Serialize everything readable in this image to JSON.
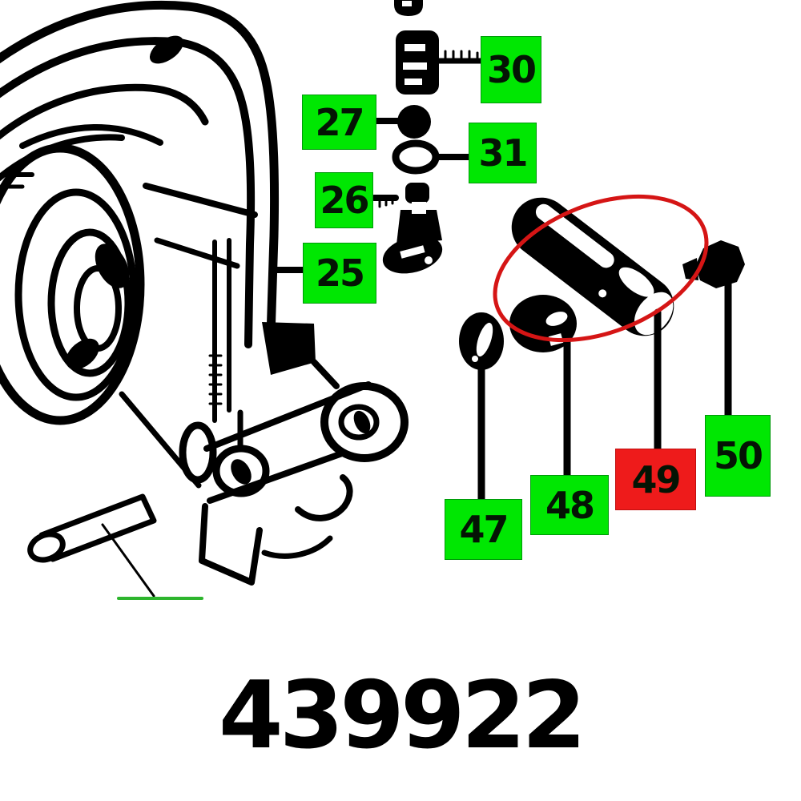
{
  "part_number": "439922",
  "diagram": {
    "description": "Exploded spare-parts line drawing of a power-tool arm assembly with numbered callouts; part 49 is highlighted with a red ellipse",
    "highlighted_part": "49"
  },
  "callouts": [
    {
      "label": "25",
      "color": "green"
    },
    {
      "label": "26",
      "color": "green"
    },
    {
      "label": "27",
      "color": "green"
    },
    {
      "label": "30",
      "color": "green"
    },
    {
      "label": "31",
      "color": "green"
    },
    {
      "label": "47",
      "color": "green"
    },
    {
      "label": "48",
      "color": "green"
    },
    {
      "label": "49",
      "color": "red",
      "highlighted": true
    },
    {
      "label": "50",
      "color": "green"
    }
  ],
  "colors": {
    "callout_green": "#00e702",
    "callout_red": "#ee1b1b",
    "highlight_red": "#d51515",
    "underline_green": "#2db52d",
    "line_black": "#000000"
  }
}
